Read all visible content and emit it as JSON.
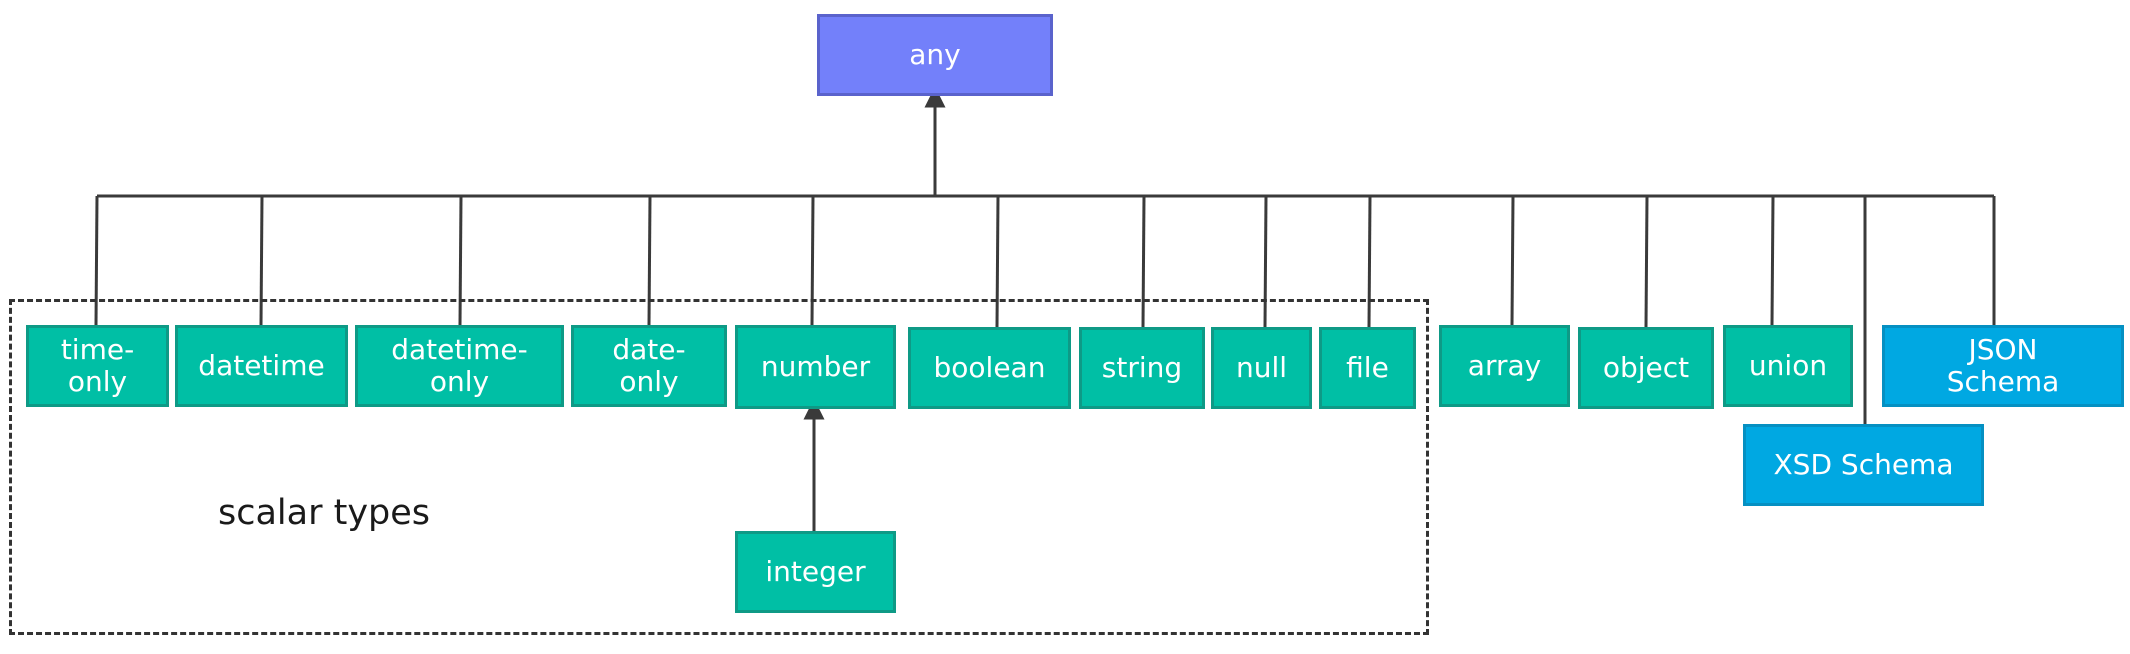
{
  "diagram": {
    "root": "any",
    "group_label": "scalar types",
    "scalar_types": {
      "time_only": "time-\nonly",
      "datetime": "datetime",
      "datetime_only": "datetime-\nonly",
      "date_only": "date-\nonly",
      "number": "number",
      "boolean": "boolean",
      "string": "string",
      "null": "null",
      "file": "file"
    },
    "integer": "integer",
    "other_types": {
      "array": "array",
      "object": "object",
      "union": "union"
    },
    "external_types": {
      "xsd_schema": "XSD Schema",
      "json_schema": "JSON\nSchema"
    }
  },
  "colors": {
    "root": "#7380fa",
    "type_box": "#00bfa5",
    "external_box": "#00a8e2",
    "connector": "#3a3a3a"
  }
}
